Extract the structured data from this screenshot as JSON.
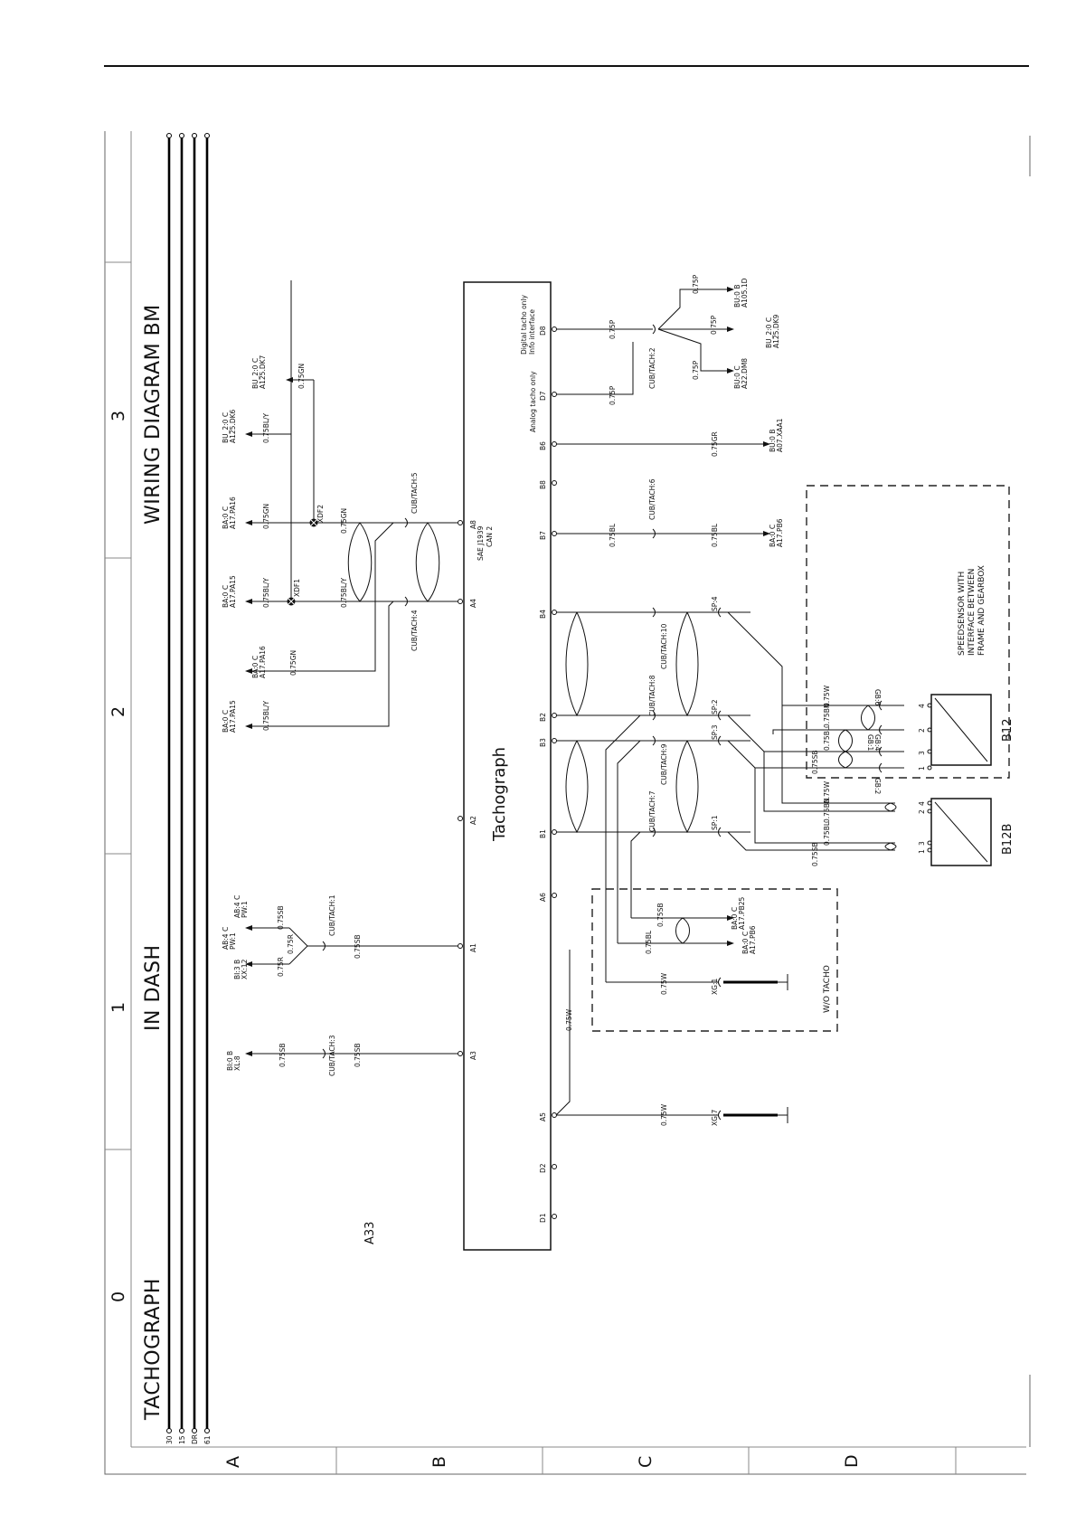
{
  "header": {
    "left_title": "TACHOGRAPH",
    "mid_title": "IN DASH",
    "right_title": "WIRING DIAGRAM BM",
    "columns": [
      "0",
      "1",
      "2",
      "3"
    ],
    "rows": [
      "A",
      "B",
      "C",
      "D"
    ],
    "bus_labels": [
      "30",
      "15",
      "DR",
      "61"
    ]
  },
  "components": {
    "module_id": "A33",
    "tachograph": "Tachograph",
    "can_note": [
      "SAE J1939",
      "CAN 2"
    ],
    "analog_note": "Analog tacho only",
    "digital_note": [
      "Digital tacho only",
      "Info interface"
    ],
    "speedsensor_box": [
      "SPEEDSENSOR WITH",
      "INTERFACE BETWEEN",
      "FRAME AND GEARBOX"
    ],
    "b12": "B12",
    "b12b": "B12B",
    "wo_tacho": "W/O TACHO"
  },
  "pins": {
    "D1": "D1",
    "D2": "D2",
    "A5": "A5",
    "A3": "A3",
    "A1": "A1",
    "A2": "A2",
    "A6": "A6",
    "B1": "B1",
    "B3": "B3",
    "B2": "B2",
    "A4": "A4",
    "B4": "B4",
    "A8": "A8",
    "B7": "B7",
    "B8": "B8",
    "B6": "B6",
    "D7": "D7",
    "D8": "D8"
  },
  "labels": {
    "l1": "BI:0 B",
    "l2": "XL:8",
    "l3": "0.75SB",
    "l4": "CUB/TACH:3",
    "l5": "0.75SB",
    "l6": "BI:3 B",
    "l7": "XX:12",
    "l8": "AB:4 C",
    "l9": "PW:1",
    "l10": "AB:4 C",
    "l11": "PW:1",
    "l12": "0.75R",
    "l13": "0.75R",
    "l14": "0.75SB",
    "l15": "CUB/TACH:1",
    "l16": "0.75SB",
    "l17": "BA:0 C",
    "l18": "A17.PA15",
    "l19": "0.75BL/Y",
    "l20": "BA:0 C",
    "l21": "A17.PA16",
    "l22": "0.75GN",
    "l23": "BA:0 C",
    "l24": "A17.PA15",
    "l25": "0.75BL/Y",
    "l26": "XDF1",
    "l27": "0.75BL/Y",
    "l28": "CUB/TACH:4",
    "l29": "BA:0 C",
    "l30": "A17.PA16",
    "l31": "0.75GN",
    "l32": "XDF2",
    "l33": "0.75GN",
    "l34": "CUB/TACH:5",
    "l35": "BU_2:0 C",
    "l36": "A125.DK6",
    "l37": "0.75BL/Y",
    "l38": "BU_2:0 C",
    "l39": "A125.DK7",
    "l40": "0.75GN",
    "l41": "0.75W",
    "l42": "0.75W",
    "l43": "XG:7",
    "l44": "0.75W",
    "l45": "XG:1",
    "l46": "0.75BL",
    "l47": "BA:0 C",
    "l48": "A17.PB6",
    "l49": "0.75SB",
    "l50": "BA:0 C",
    "l51": "A17.PB25",
    "l52": "CUB/TACH:7",
    "l53": "SP:1",
    "l54": "CUB/TACH:9",
    "l55": "SP:3",
    "l56": "CUB/TACH:8",
    "l57": "SP:2",
    "l58": "CUB/TACH:10",
    "l59": "SP:4",
    "l60": "0.75BL",
    "l61": "CUB/TACH:6",
    "l62": "0.75BL",
    "l63": "BA:0 C",
    "l64": "A17.PB6",
    "l65": "0.75GR",
    "l66": "BU:0 B",
    "l67": "A07.XAA1",
    "l68": "0.75P",
    "l69": "0.75P",
    "l70": "CUB/TACH:2",
    "l71": "0.75P",
    "l72": "BU:0 C",
    "l73": "A22.DM8",
    "l74": "0.75P",
    "l75": "BU_2:0 C",
    "l76": "A125.DK9",
    "l77": "0.75P",
    "l78": "BU:0 B",
    "l79": "A105.1D",
    "l80": "0.75SB",
    "l81": "0.75BL",
    "l82": "0.75BN",
    "l83": "0.75W",
    "l84": "0.75SB",
    "l85": "0.75BL",
    "l86": "0.75BN",
    "l87": "0.75W",
    "l88": "GB:2",
    "l89": "GB:1",
    "l90": "GB:4",
    "l91": "GB:6",
    "p1": "1",
    "p2": "3",
    "p3": "2",
    "p4": "4",
    "p5": "1",
    "p6": "3",
    "p7": "2",
    "p8": "4"
  }
}
